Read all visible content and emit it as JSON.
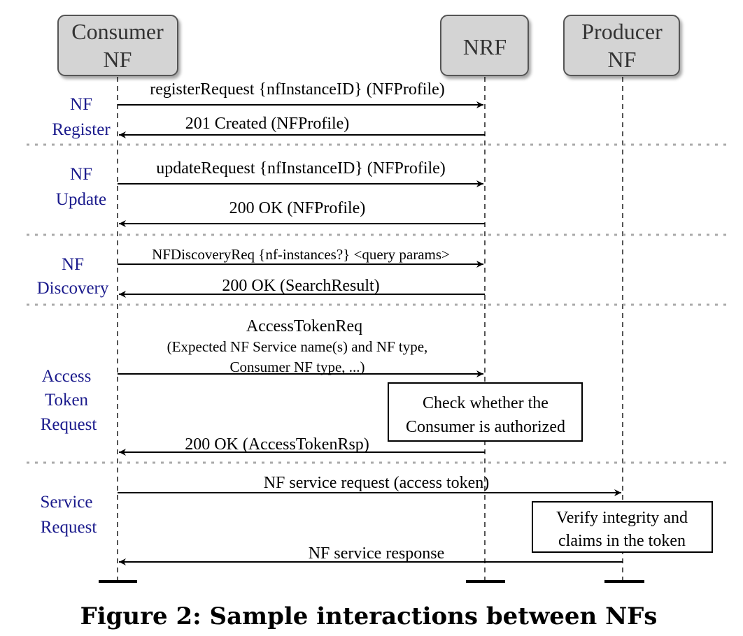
{
  "actors": {
    "consumer": [
      "Consumer",
      "NF"
    ],
    "nrf": [
      "NRF"
    ],
    "producer": [
      "Producer",
      "NF"
    ]
  },
  "phases": {
    "register": [
      "NF",
      "Register"
    ],
    "update": [
      "NF",
      "Update"
    ],
    "discovery": [
      "NF",
      "Discovery"
    ],
    "access_token": [
      "Access",
      "Token",
      "Request"
    ],
    "service": [
      "Service",
      "Request"
    ]
  },
  "messages": {
    "register_req": "registerRequest {nfInstanceID} (NFProfile)",
    "register_rsp": "201 Created (NFProfile)",
    "update_req": "updateRequest {nfInstanceID} (NFProfile)",
    "update_rsp": "200 OK (NFProfile)",
    "discovery_req": "NFDiscoveryReq {nf-instances?} <query params>",
    "discovery_rsp": "200 OK (SearchResult)",
    "access_req": [
      "AccessTokenReq",
      "(Expected NF Service name(s) and NF type,",
      "Consumer NF type, ...)"
    ],
    "access_rsp": "200 OK (AccessTokenRsp)",
    "service_req": "NF service request (access token)",
    "service_rsp": "NF service response"
  },
  "notes": {
    "nrf_check": [
      "Check whether the",
      "Consumer is authorized"
    ],
    "producer_verify": [
      "Verify integrity and",
      "claims in the token"
    ]
  },
  "caption": "Figure 2: Sample interactions between NFs",
  "colors": {
    "actor_fill": "#d4d4d4",
    "actor_stroke": "#555555",
    "phase_text": "#1a1a8c",
    "separator": "#aaaaaa"
  }
}
